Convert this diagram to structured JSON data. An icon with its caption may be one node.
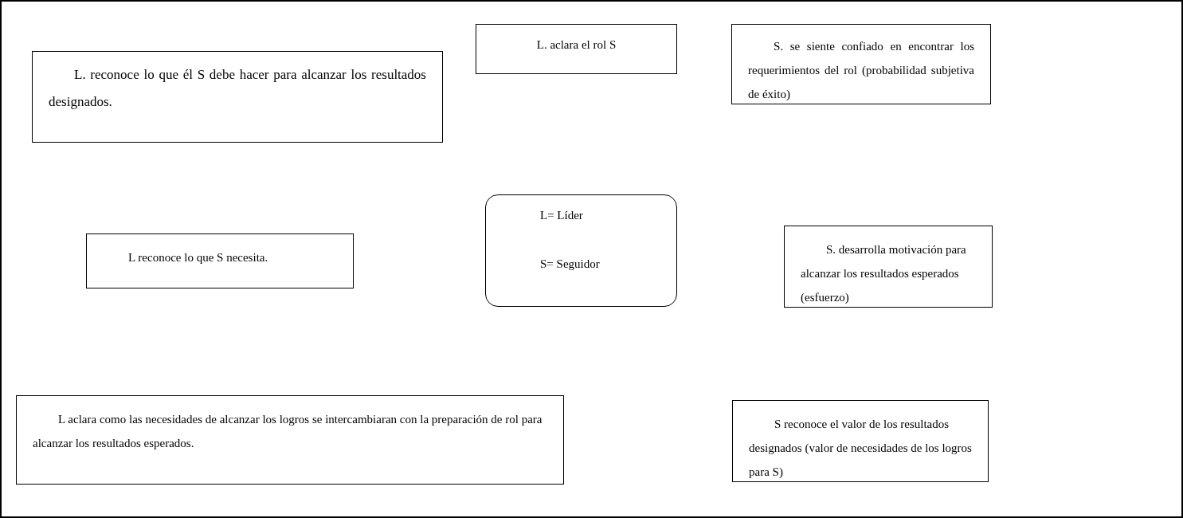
{
  "diagram": {
    "nodes": [
      {
        "text": [
          "L. aclara el rol S"
        ]
      },
      {
        "text": [
          "S. se siente confiado en encontrar los requerimientos del rol (probabilidad subjetiva de éxito)"
        ]
      },
      {
        "text": [
          "L. reconoce lo que él S debe hacer para alcanzar los resultados designados."
        ]
      },
      {
        "text": [
          "L= Líder",
          "S= Seguidor"
        ]
      },
      {
        "text": [
          "L reconoce lo que S necesita."
        ]
      },
      {
        "text": [
          "S. desarrolla motivación para alcanzar los  resultados esperados (esfuerzo)"
        ]
      },
      {
        "text": [
          "L aclara como las necesidades de alcanzar los logros se intercambiaran con la preparación de rol para alcanzar los resultados esperados."
        ]
      },
      {
        "text": [
          "S reconoce el valor de los resultados designados (valor de necesidades de los logros para S)"
        ]
      }
    ]
  }
}
